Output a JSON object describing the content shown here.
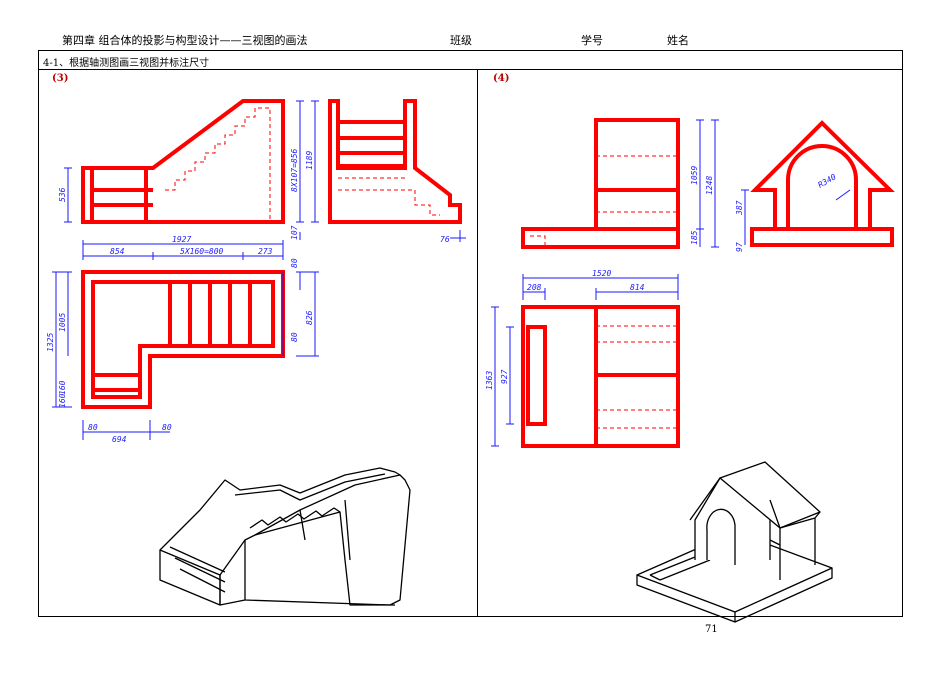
{
  "header": {
    "chapter_title": "第四章  组合体的投影与构型设计——三视图的画法",
    "class_label": "班级",
    "student_id_label": "学号",
    "name_label": "姓名"
  },
  "task": {
    "title": "4-1、根据轴测图画三视图并标注尺寸"
  },
  "problems": [
    {
      "label": "(3)",
      "dimensions": [
        "8X107=856",
        "1189",
        "107",
        "536",
        "76",
        "1927",
        "854",
        "5X160=800",
        "273",
        "80",
        "826",
        "80",
        "1325",
        "1005",
        "160",
        "160",
        "80",
        "694",
        "80"
      ]
    },
    {
      "label": "(4)",
      "dimensions": [
        "1059",
        "1248",
        "185",
        "R340",
        "387",
        "97",
        "1520",
        "208",
        "814",
        "1363",
        "927"
      ]
    }
  ],
  "page_number": "71",
  "colors": {
    "drawing": "#ff0000",
    "dimension": "#1a1aff",
    "line": "#000000"
  }
}
